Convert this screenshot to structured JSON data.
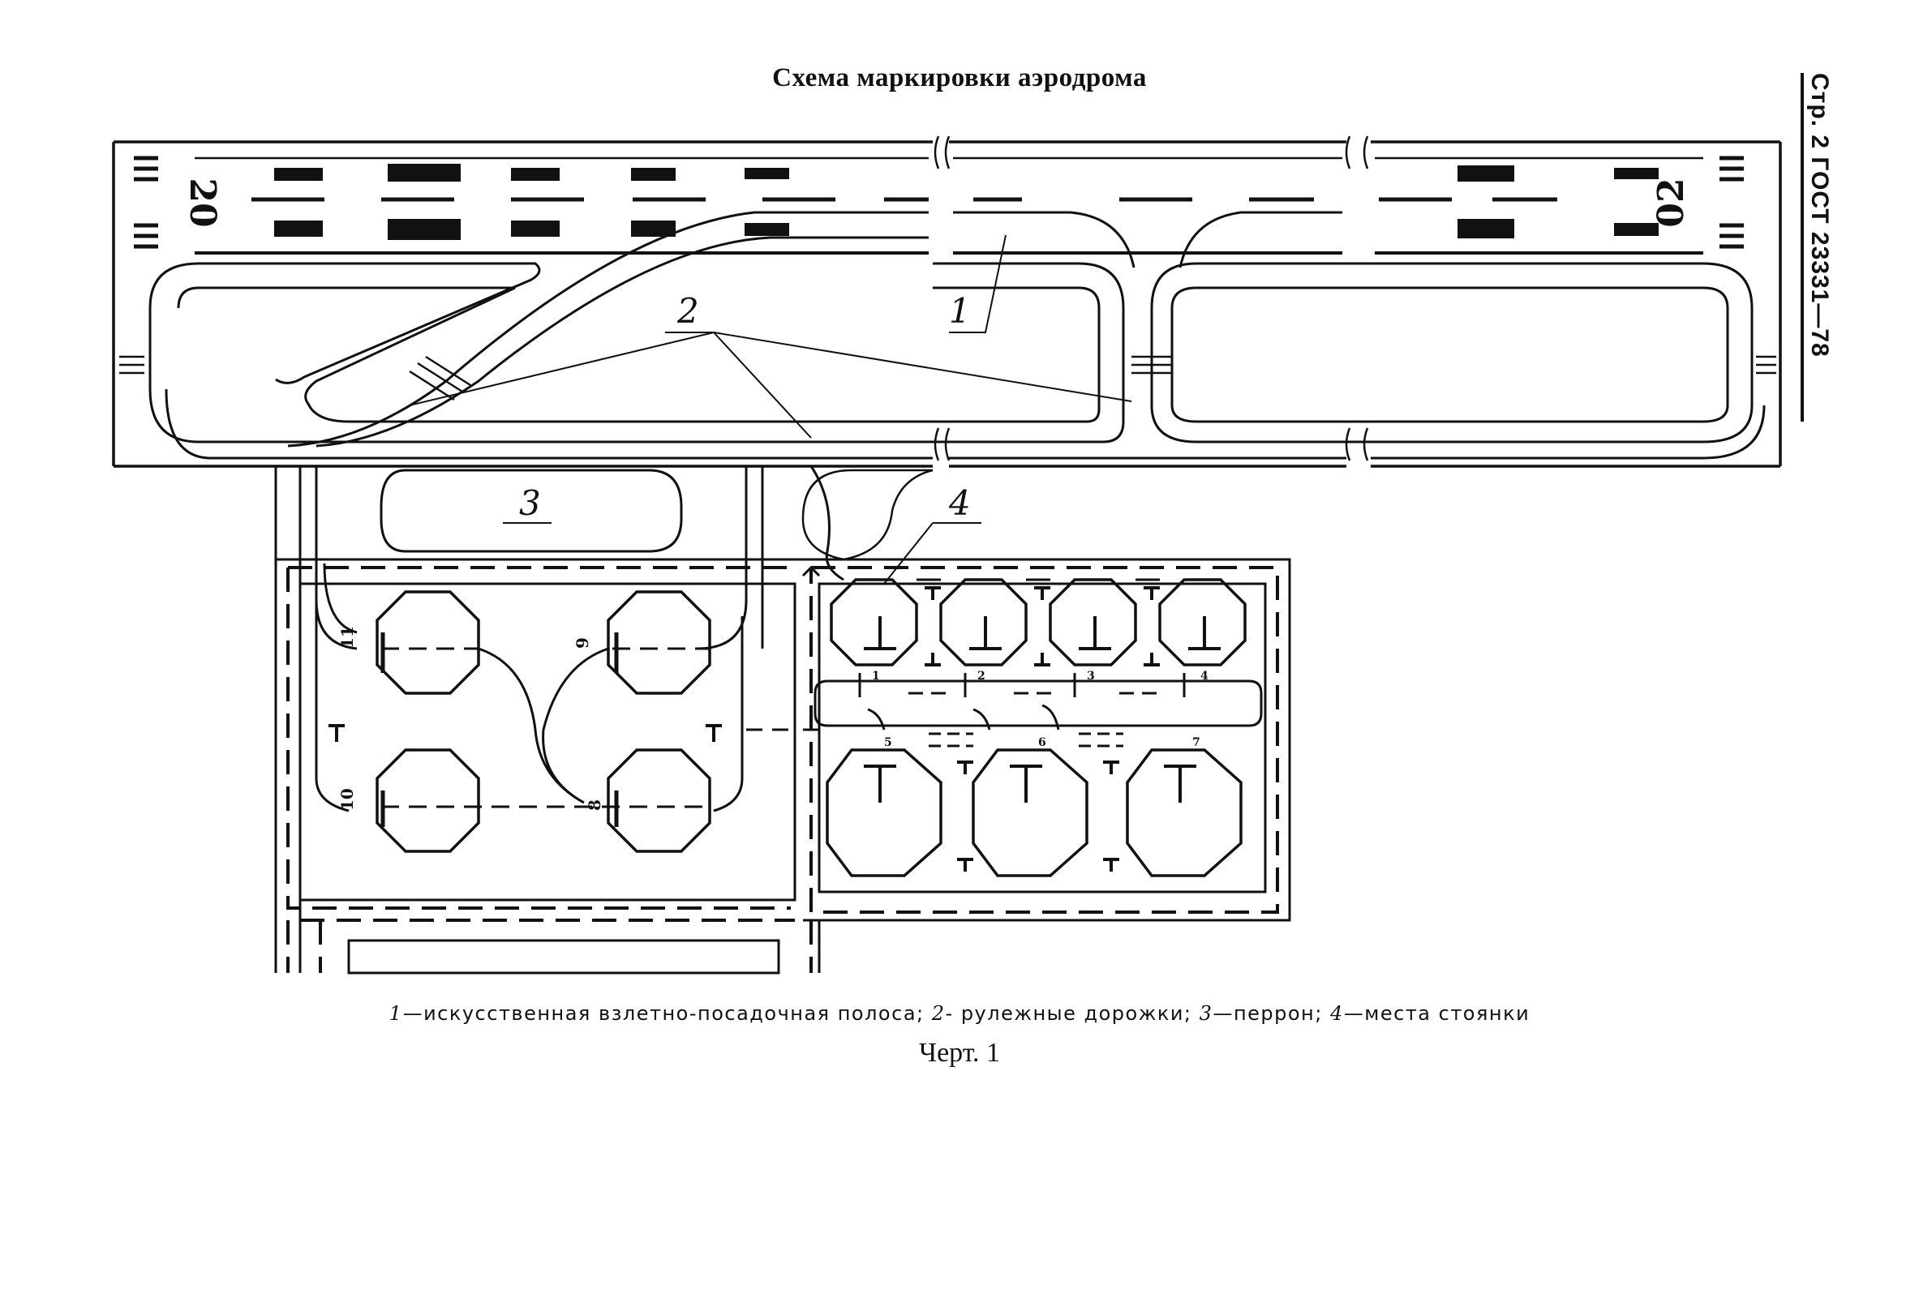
{
  "document": {
    "title": "Схема маркировки аэродрома",
    "side_header": "Стр. 2 ГОСТ 23331—78",
    "callouts": [
      "1",
      "2",
      "3",
      "4"
    ],
    "runway_designators": [
      "20",
      "02"
    ],
    "stand_numbers": [
      "11",
      "9",
      "10",
      "8",
      "1",
      "2",
      "3",
      "4",
      "5",
      "6",
      "7"
    ],
    "legend": [
      {
        "num": "1",
        "text": "—искусственная взлетно-посадочная полоса;"
      },
      {
        "num": "2",
        "text": "- рулежные дорожки;"
      },
      {
        "num": "3",
        "text": "—перрон;"
      },
      {
        "num": "4",
        "text": "—места стоянки"
      }
    ],
    "figure_label": "Черт. 1"
  }
}
